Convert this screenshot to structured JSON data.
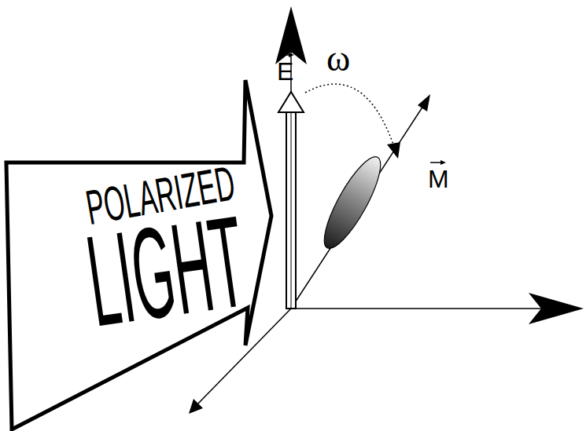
{
  "diagram": {
    "nodes": [
      {
        "text": [
          "POLARIZED",
          "LIGHT"
        ]
      }
    ],
    "labels": [
      "E",
      "ω",
      "M"
    ]
  }
}
